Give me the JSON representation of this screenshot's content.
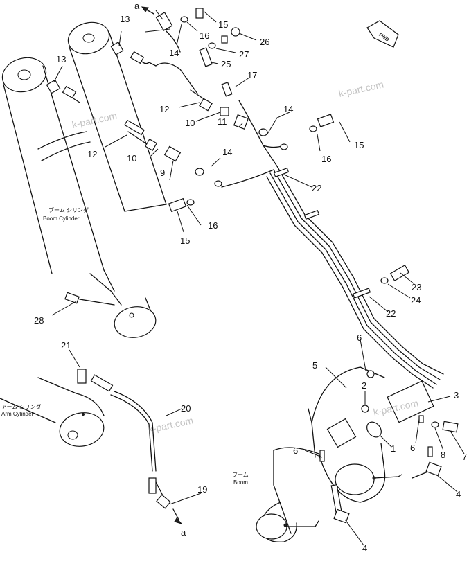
{
  "refs": {
    "a_top": "a",
    "a_bottom": "a",
    "p1": "1",
    "p2": "2",
    "p3": "3",
    "p4a": "4",
    "p4b": "4",
    "p5": "5",
    "p6a": "6",
    "p6b": "6",
    "p6c": "6",
    "p7": "7",
    "p8": "8",
    "p9": "9",
    "p10a": "10",
    "p10b": "10",
    "p11": "11",
    "p12a": "12",
    "p12b": "12",
    "p13a": "13",
    "p13b": "13",
    "p14a": "14",
    "p14b": "14",
    "p14c": "14",
    "p15a": "15",
    "p15b": "15",
    "p15c": "15",
    "p16a": "16",
    "p16b": "16",
    "p16c": "16",
    "p17": "17",
    "p19": "19",
    "p20": "20",
    "p21": "21",
    "p22a": "22",
    "p22b": "22",
    "p23": "23",
    "p24": "24",
    "p25": "25",
    "p26": "26",
    "p27": "27",
    "p28": "28"
  },
  "captions": {
    "boom_cyl_jp": "ブーム シリンダ",
    "boom_cyl_en": "Boom Cylinder",
    "arm_cyl_jp": "アーム シリンダ",
    "arm_cyl_en": "Arm Cylinder",
    "boom_jp": "ブーム",
    "boom_en": "Boom",
    "fwd": "FWD"
  },
  "watermark": "k-part.com"
}
